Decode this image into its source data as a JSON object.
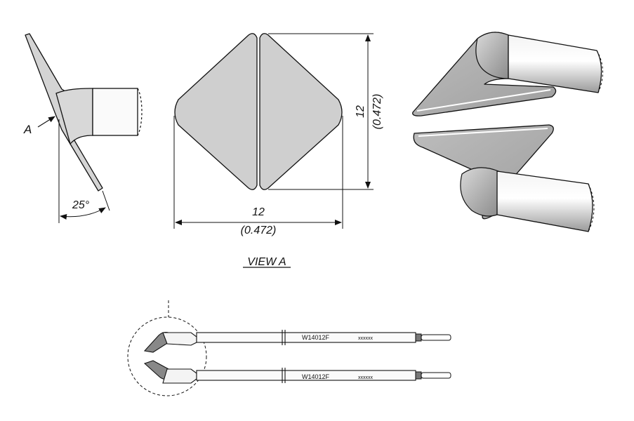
{
  "side_view": {
    "label_a": "A",
    "angle": "25°"
  },
  "view_a": {
    "width_mm": "12",
    "width_in": "(0.472)",
    "height_mm": "12",
    "height_in": "(0.472)",
    "caption": "VIEW A"
  },
  "tips": [
    {
      "part_number": "W14012F",
      "code": "xxxxxx"
    },
    {
      "part_number": "W14012F",
      "code": "xxxxxx"
    }
  ],
  "colors": {
    "blade_fill": "#cfcfcf",
    "outline": "#1a1a1a",
    "background": "#ffffff"
  }
}
